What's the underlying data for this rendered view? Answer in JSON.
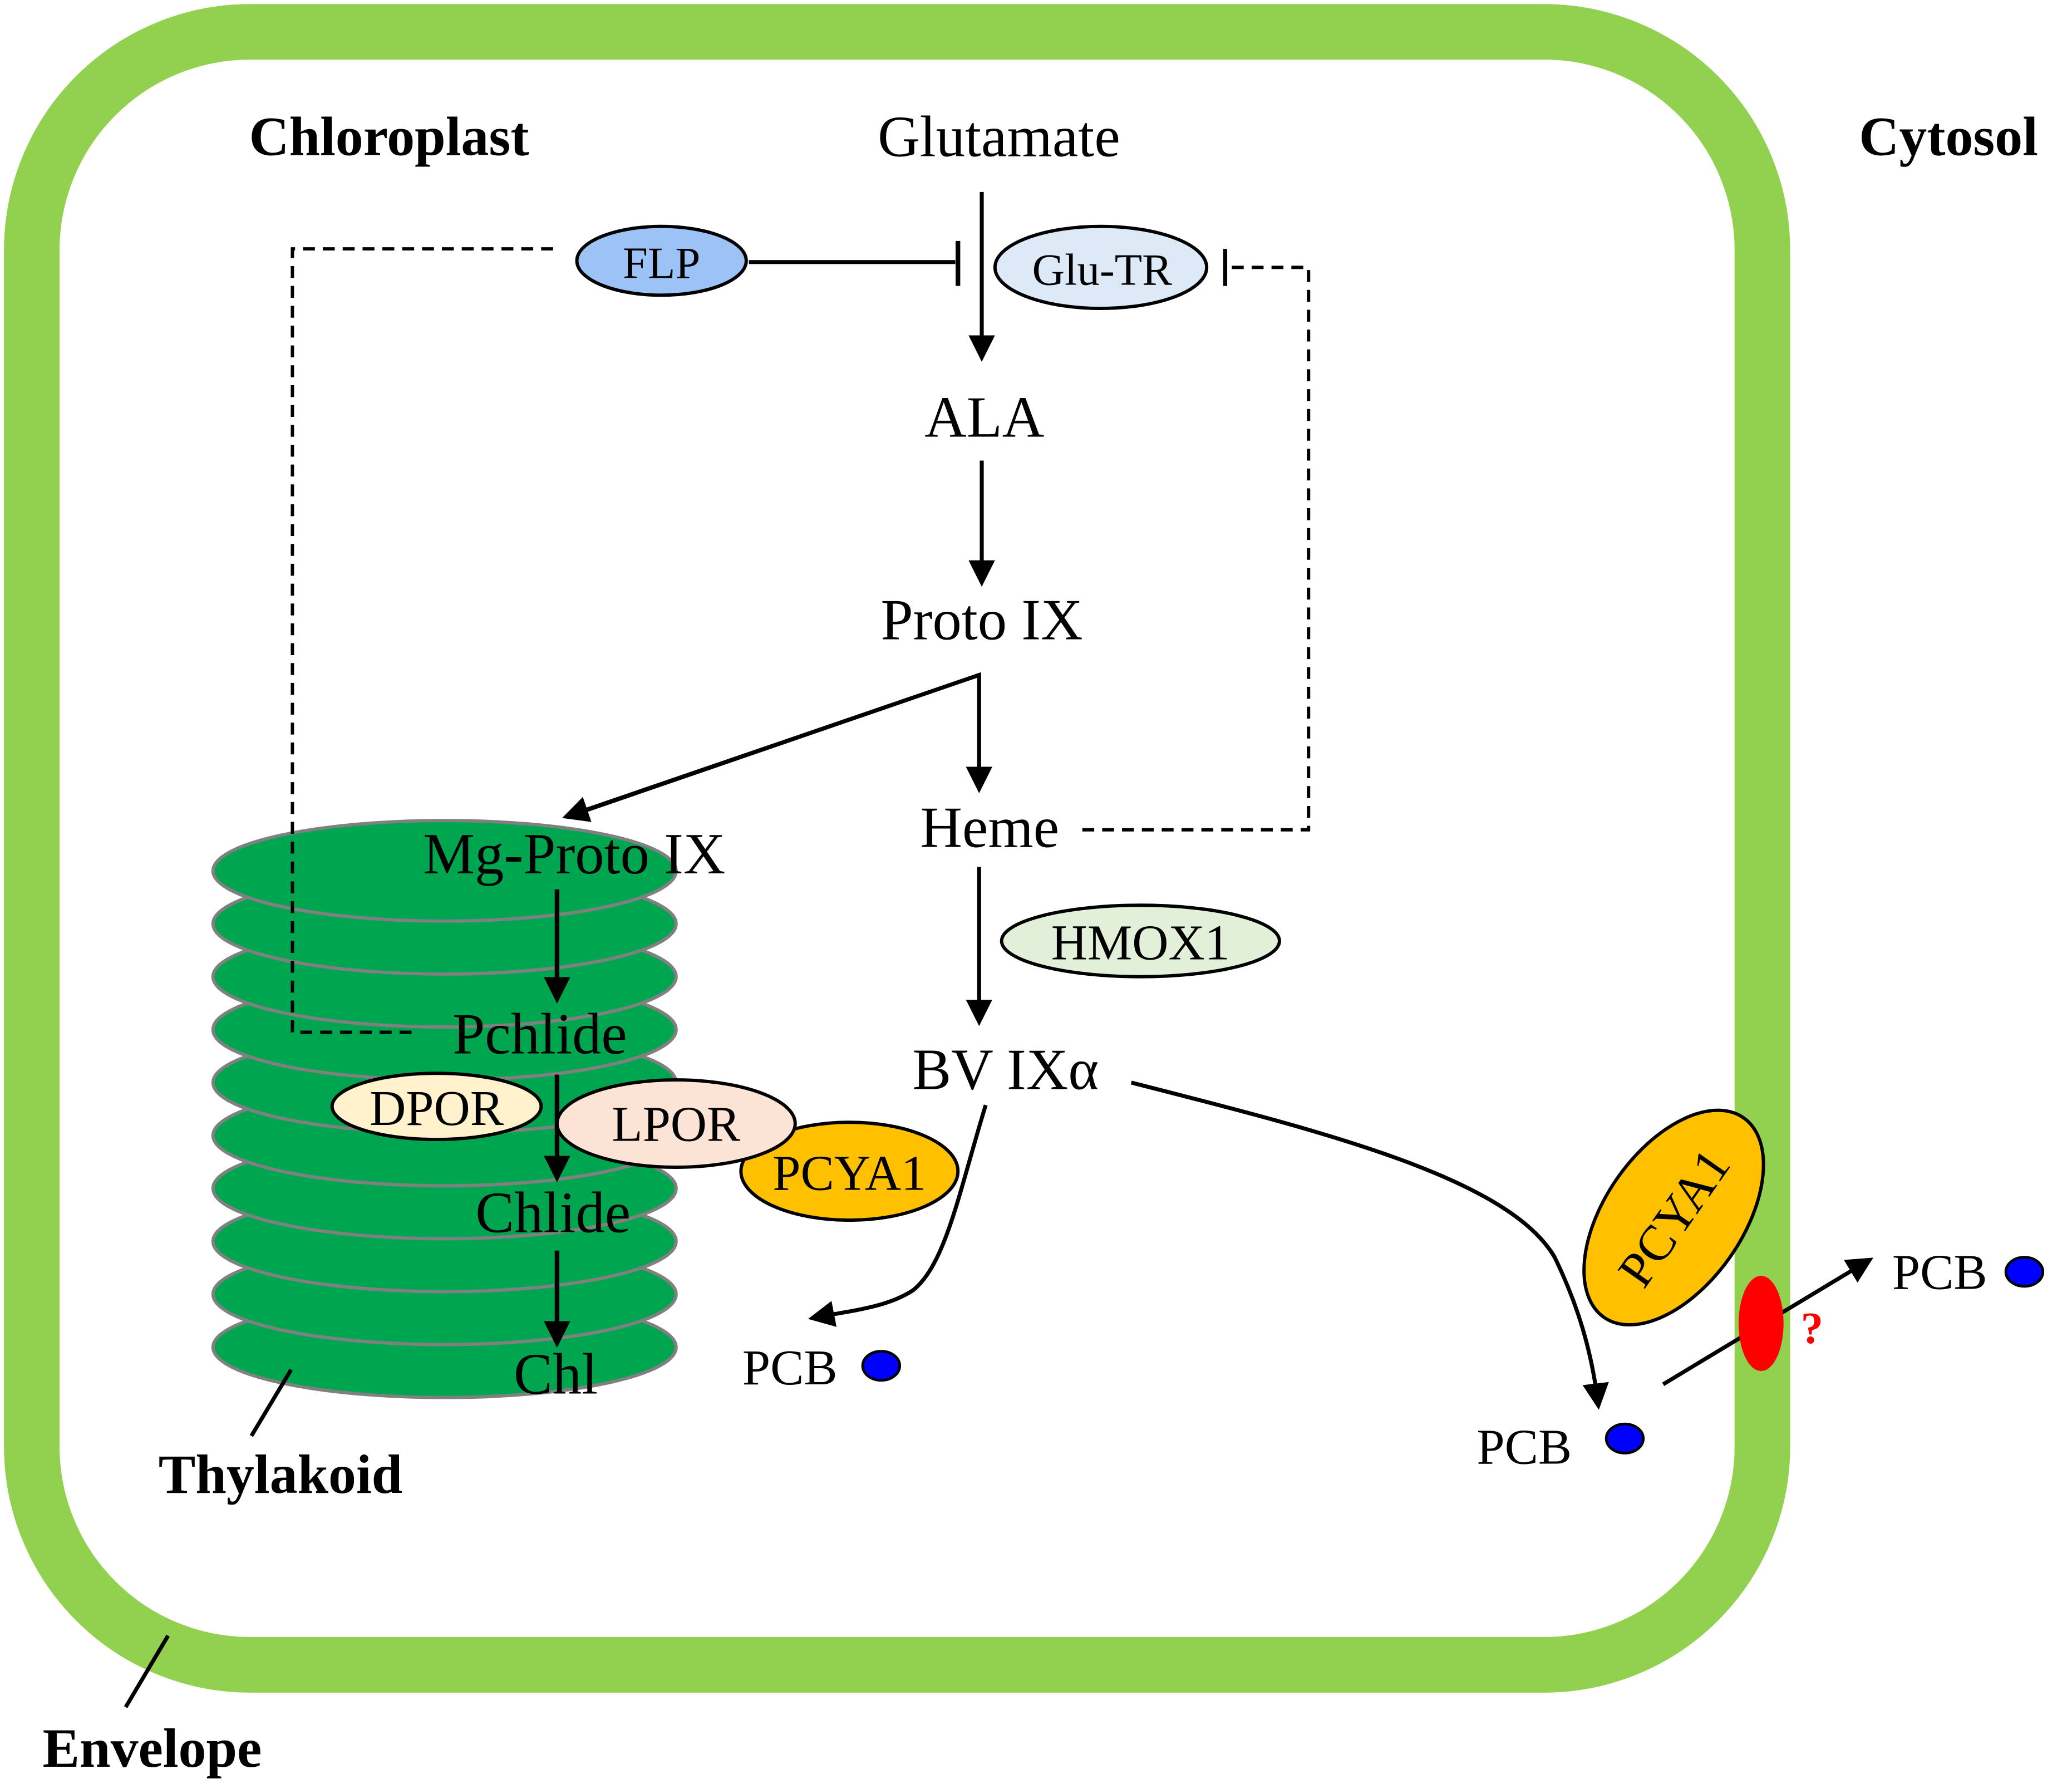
{
  "labels": {
    "chloroplast": "Chloroplast",
    "cytosol": "Cytosol",
    "thylakoid": "Thylakoid",
    "envelope": "Envelope"
  },
  "metabolites": {
    "glutamate": "Glutamate",
    "ala": "ALA",
    "proto_ix": "Proto IX",
    "heme": "Heme",
    "mg_proto_ix": "Mg-Proto IX",
    "pchlide": "Pchlide",
    "chlide": "Chlide",
    "chl": "Chl",
    "bv_ixa": "BV IXα",
    "pcb_chloroplast": "PCB",
    "pcb_envelope": "PCB",
    "pcb_cytosol": "PCB"
  },
  "enzymes": {
    "flp": "FLP",
    "glu_tr": "Glu-TR",
    "hmox1": "HMOX1",
    "dpor": "DPOR",
    "lpor": "LPOR",
    "pcya1_chloroplast": "PCYA1",
    "pcya1_envelope": "PCYA1"
  },
  "transporter": {
    "unknown_mark": "?"
  },
  "colors": {
    "envelope": "#92d050",
    "thylakoid": "#00a54f",
    "thylakoid_edge": "#808080",
    "flp": "#9dc3f6",
    "glu_tr": "#dde9f6",
    "hmox1": "#e2efd9",
    "dpor": "#fff2cc",
    "lpor": "#fbe4d5",
    "pcya1": "#ffc000",
    "pcb_dot": "#0000ff",
    "transporter": "#ff0000"
  }
}
